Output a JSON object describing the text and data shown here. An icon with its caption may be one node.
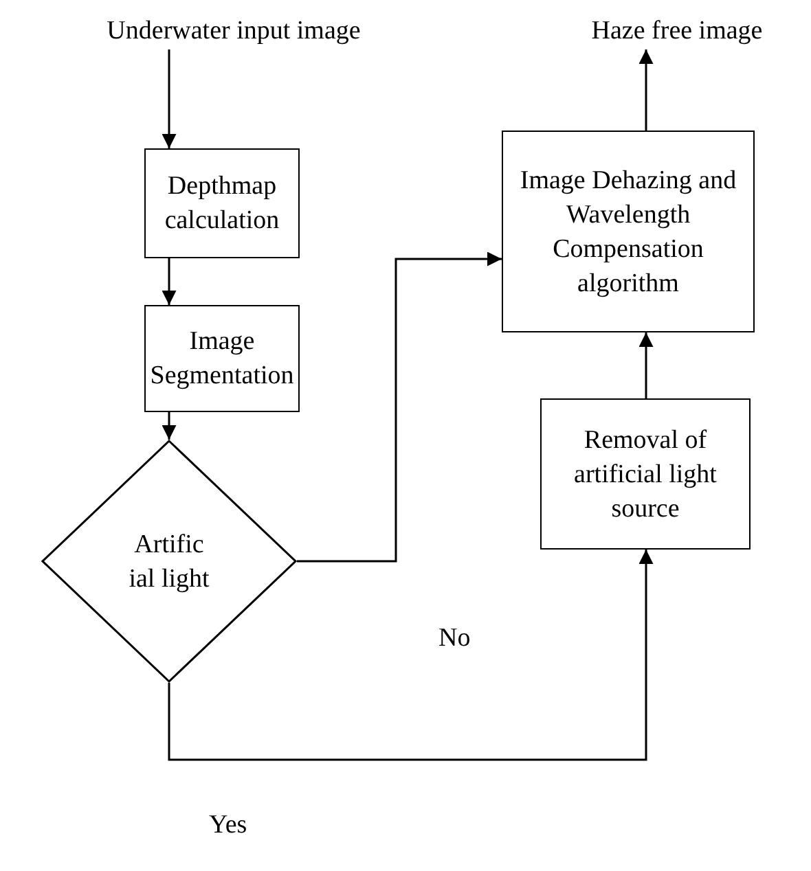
{
  "diagram": {
    "nodes": [
      {
        "text": [
          "Underwater input image"
        ]
      },
      {
        "text": [
          "Depthmap calculation"
        ]
      },
      {
        "text": [
          "Image Segmentation"
        ]
      },
      {
        "text": [
          "Artific ial light"
        ]
      },
      {
        "text": [
          "Image Dehazing and Wavelength Compensation algorithm"
        ]
      },
      {
        "text": [
          "Removal of artificial light source"
        ]
      },
      {
        "text": [
          "Haze free image"
        ]
      }
    ],
    "edges": [
      {
        "from": 0,
        "to": 1,
        "arrow": "to"
      },
      {
        "from": 1,
        "to": 2,
        "arrow": "to"
      },
      {
        "from": 2,
        "to": 3,
        "arrow": "to"
      },
      {
        "from": 3,
        "to": 4,
        "arrow": "to",
        "label": "No"
      },
      {
        "from": 3,
        "to": 5,
        "arrow": "to",
        "label": "Yes"
      },
      {
        "from": 5,
        "to": 4,
        "arrow": "to"
      },
      {
        "from": 4,
        "to": 6,
        "arrow": "to"
      }
    ]
  }
}
